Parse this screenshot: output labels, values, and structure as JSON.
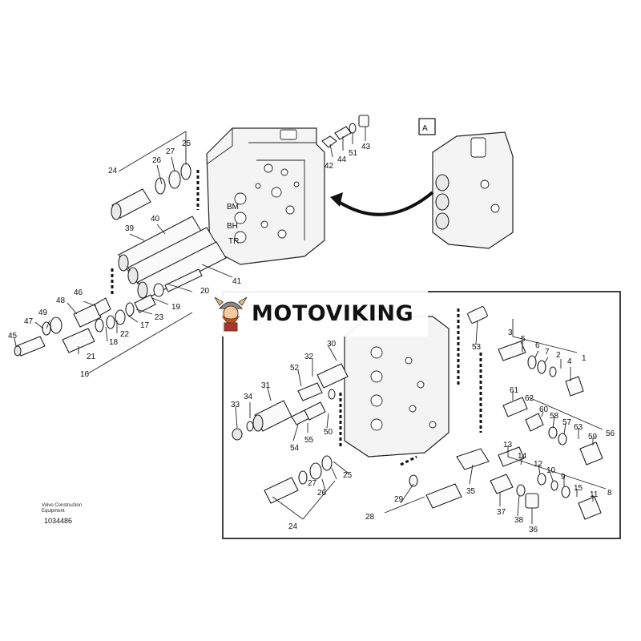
{
  "diagram": {
    "detail_marker": "A",
    "main_callouts": [
      "24",
      "26",
      "27",
      "25",
      "42",
      "44",
      "51",
      "43",
      "39",
      "40",
      "41",
      "46",
      "48",
      "47",
      "49",
      "45",
      "20",
      "19",
      "23",
      "17",
      "22",
      "18",
      "21",
      "16"
    ],
    "port_labels": [
      "BM",
      "BH",
      "TR"
    ],
    "detail_callouts": [
      "30",
      "32",
      "52",
      "31",
      "34",
      "33",
      "54",
      "55",
      "50",
      "53",
      "3",
      "5",
      "6",
      "7",
      "2",
      "4",
      "1",
      "61",
      "62",
      "60",
      "58",
      "57",
      "63",
      "59",
      "56",
      "13",
      "14",
      "12",
      "10",
      "9",
      "15",
      "11",
      "8",
      "27",
      "25",
      "26",
      "24",
      "29",
      "28",
      "35",
      "37",
      "38",
      "36"
    ],
    "credit_text": "Volvo Construction Equipment",
    "document_number": "1034486"
  },
  "watermark": {
    "brand_name": "MOTOVIKING",
    "logo_icon": "viking-mascot-icon"
  },
  "colors": {
    "line": "#222222",
    "background": "#ffffff",
    "part_fill": "#fafafa"
  }
}
